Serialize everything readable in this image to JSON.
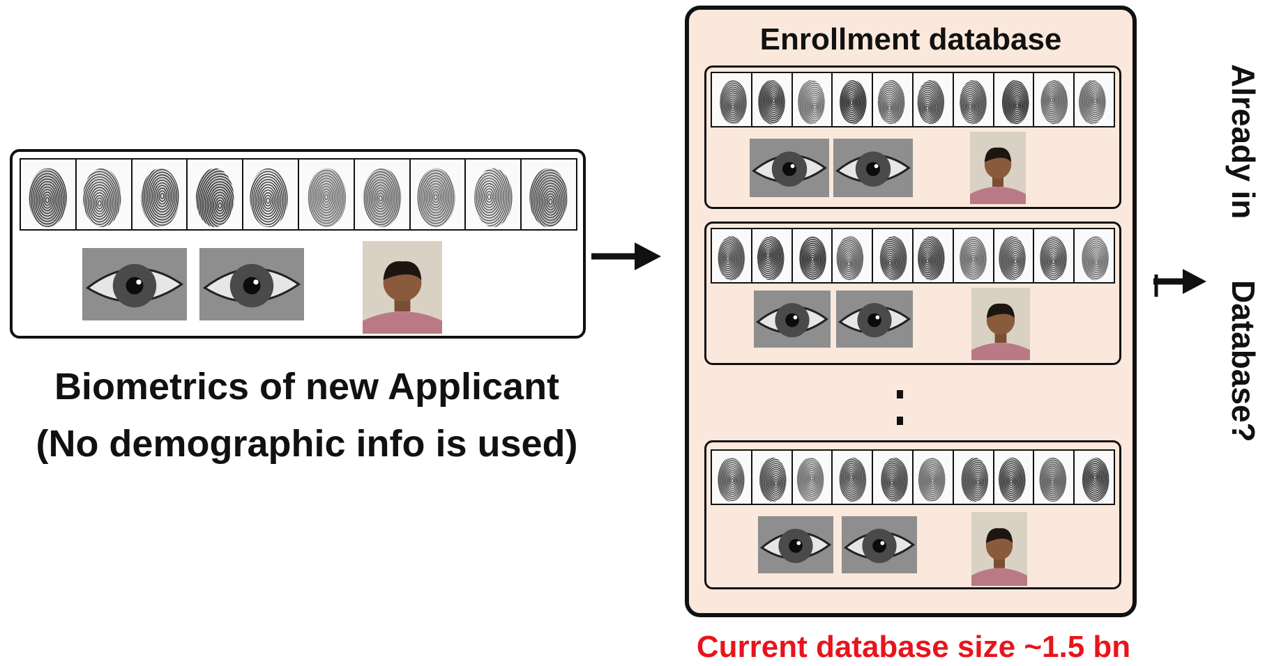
{
  "applicant": {
    "caption_line1": "Biometrics of new Applicant",
    "caption_line2": "(No demographic info is used)"
  },
  "database": {
    "title": "Enrollment database",
    "size_note": "Current database size ~1.5 bn"
  },
  "query": {
    "text_line1": "Already in",
    "text_line2": "Database?"
  },
  "colors": {
    "db_background": "#fbe8dc",
    "size_note": "#e8141c",
    "outline": "#111111"
  },
  "icons": [
    "fingerprint-icon",
    "eye-icon",
    "face-photo-icon",
    "arrow-right-icon"
  ]
}
